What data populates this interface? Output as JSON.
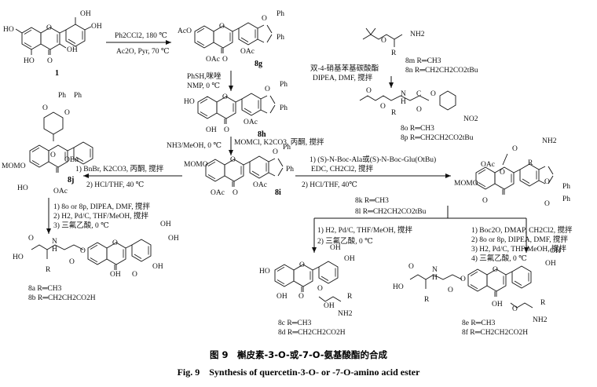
{
  "compounds": {
    "c1": {
      "label": "1",
      "groups": [
        "HO",
        "HO",
        "OH",
        "OH",
        "OH",
        "O",
        "O"
      ]
    },
    "c8g": {
      "label": "8g",
      "groups": [
        "AcO",
        "OAc",
        "OAc",
        "O",
        "O",
        "O",
        "Ph",
        "Ph"
      ]
    },
    "c8h": {
      "label": "8h",
      "groups": [
        "HO",
        "OH",
        "OAc",
        "O",
        "O",
        "O",
        "Ph",
        "Ph"
      ]
    },
    "c8i": {
      "label": "8i",
      "groups": [
        "MOMO",
        "OAc",
        "OAc",
        "O",
        "O",
        "O",
        "Ph",
        "Ph"
      ]
    },
    "c8j": {
      "label": "8j",
      "groups": [
        "MOMO",
        "HO",
        "OBn",
        "OAc",
        "O",
        "O",
        "O",
        "Ph",
        "Ph"
      ]
    },
    "c8mn": {
      "groups": [
        "O",
        "NH2",
        "R"
      ],
      "subs": [
        "8m R═CH3",
        "8n R═CH2CH2CO2tBu"
      ]
    },
    "c8op": {
      "groups": [
        "O",
        "N",
        "H",
        "C",
        "O",
        "O",
        "NO2",
        "R",
        "O"
      ],
      "subs": [
        "8o R═CH3",
        "8p R═CH2CH2CO2tBu"
      ]
    },
    "c8kl": {
      "groups": [
        "OAc",
        "O",
        "NH2",
        "R",
        "MOMO",
        "O",
        "O",
        "O",
        "O",
        "Ph",
        "Ph"
      ],
      "subs": [
        "8k R═CH3",
        "8l R═CH2CH2CO2tBu"
      ]
    },
    "c8ab": {
      "groups": [
        "HO",
        "O",
        "N",
        "H",
        "O",
        "O",
        "OH",
        "OH",
        "R",
        "OH",
        "OH",
        "O",
        "O"
      ],
      "subs": [
        "8a R═CH3",
        "8b R═CH2CH2CO2H"
      ]
    },
    "c8cd": {
      "groups": [
        "HO",
        "OH",
        "OH",
        "O",
        "OH",
        "O",
        "O",
        "R",
        "NH2",
        "OH"
      ],
      "subs": [
        "8c R═CH3",
        "8d R═CH2CH2CO2H"
      ]
    },
    "c8ef": {
      "groups": [
        "HO",
        "O",
        "N",
        "H",
        "O",
        "O",
        "OH",
        "OH",
        "R",
        "OH",
        "O",
        "O",
        "R",
        "NH2"
      ],
      "subs": [
        "8e R═CH3",
        "8f R═CH2CH2CO2H"
      ]
    }
  },
  "conditions": {
    "r1": [
      "Ph2CCl2, 180 ℃",
      "Ac2O, Pyr, 70 ℃"
    ],
    "r2": [
      "PhSH,咪唑",
      "NMP, 0 ℃"
    ],
    "r3": [
      "NH3/MeOH, 0 ℃",
      "MOMCl, K2CO3, 丙酮, 搅拌"
    ],
    "r4": [
      "双-4-硝基苯基碳酸酯",
      "DIPEA, DMF, 搅拌"
    ],
    "r5": [
      "1) BnBr, K2CO3, 丙酮, 搅拌",
      "2) HCl/THF, 40 ℃"
    ],
    "r6": [
      "1) (S)-N-Boc-Ala或(S)-N-Boc-Glu(OtBu)",
      "EDC, CH2Cl2, 搅拌",
      "2) HCl/THF, 40℃"
    ],
    "r7": [
      "1) 8o or 8p, DIPEA, DMF, 搅拌",
      "2) H2, Pd/C, THF/MeOH, 搅拌",
      "3) 三氟乙酸, 0 ℃"
    ],
    "r8": [
      "1) H2, Pd/C, THF/MeOH, 搅拌",
      "2) 三氟乙酸, 0 ℃"
    ],
    "r9": [
      "1) Boc2O, DMAP, CH2Cl2, 搅拌",
      "2) 8o or 8p, DIPEA, DMF, 搅拌",
      "3) H2, Pd/C, THF/MeOH, 搅拌",
      "4) 三氟乙酸, 0 ℃"
    ]
  },
  "caption": {
    "cn": "图 9　槲皮素-3-O-或-7-O-氨基酸酯的合成",
    "en": "Fig. 9　Synthesis of quercetin-3-O- or -7-O-amino acid ester"
  }
}
